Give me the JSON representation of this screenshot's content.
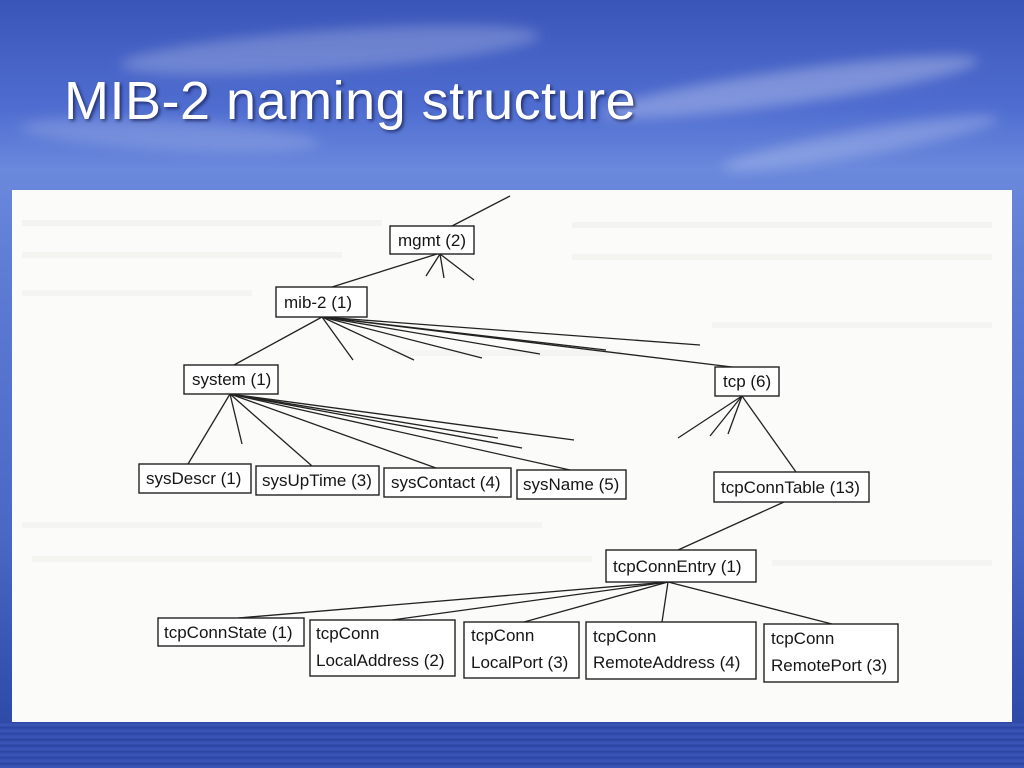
{
  "slide": {
    "title": "MIB-2 naming structure"
  },
  "diagram": {
    "nodes": {
      "mgmt": {
        "lines": [
          "mgmt (2)"
        ]
      },
      "mib2": {
        "lines": [
          "mib-2 (1)"
        ]
      },
      "system": {
        "lines": [
          "system (1)"
        ]
      },
      "tcp": {
        "lines": [
          "tcp (6)"
        ]
      },
      "sysDescr": {
        "lines": [
          "sysDescr (1)"
        ]
      },
      "sysUpTime": {
        "lines": [
          "sysUpTime (3)"
        ]
      },
      "sysContact": {
        "lines": [
          "sysContact (4)"
        ]
      },
      "sysName": {
        "lines": [
          "sysName (5)"
        ]
      },
      "tcpConnTable": {
        "lines": [
          "tcpConnTable (13)"
        ]
      },
      "tcpConnEntry": {
        "lines": [
          "tcpConnEntry (1)"
        ]
      },
      "tcpConnState": {
        "lines": [
          "tcpConnState (1)"
        ]
      },
      "tcpConnLocalAddress": {
        "lines": [
          "tcpConn",
          "LocalAddress (2)"
        ]
      },
      "tcpConnLocalPort": {
        "lines": [
          "tcpConn",
          "LocalPort (3)"
        ]
      },
      "tcpConnRemoteAddress": {
        "lines": [
          "tcpConn",
          "RemoteAddress (4)"
        ]
      },
      "tcpConnRemotePort": {
        "lines": [
          "tcpConn",
          "RemotePort (3)"
        ]
      }
    }
  }
}
